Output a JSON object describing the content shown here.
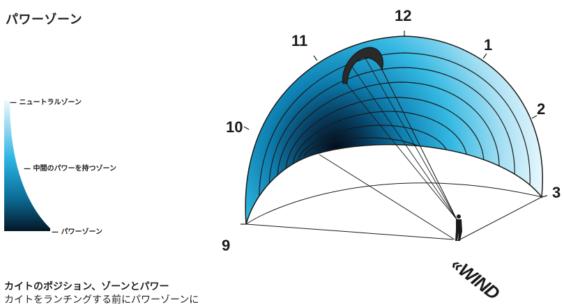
{
  "title": "パワーゾーン",
  "legend": {
    "neutral": "ニュートラルゾーン",
    "middle": "中間のパワーを持つゾーン",
    "power": "パワーゾーン"
  },
  "clock_labels": [
    "9",
    "10",
    "11",
    "12",
    "1",
    "2",
    "3"
  ],
  "wind_label": "WIND",
  "caption": {
    "title": "カイトのポジション、ゾーンとパワー",
    "text": "カイトをランチングする前にパワーゾーンに"
  },
  "colors": {
    "light": "#e6f6fc",
    "mid": "#14a6d6",
    "dark": "#061a2c",
    "outline": "#1a1a1a"
  }
}
